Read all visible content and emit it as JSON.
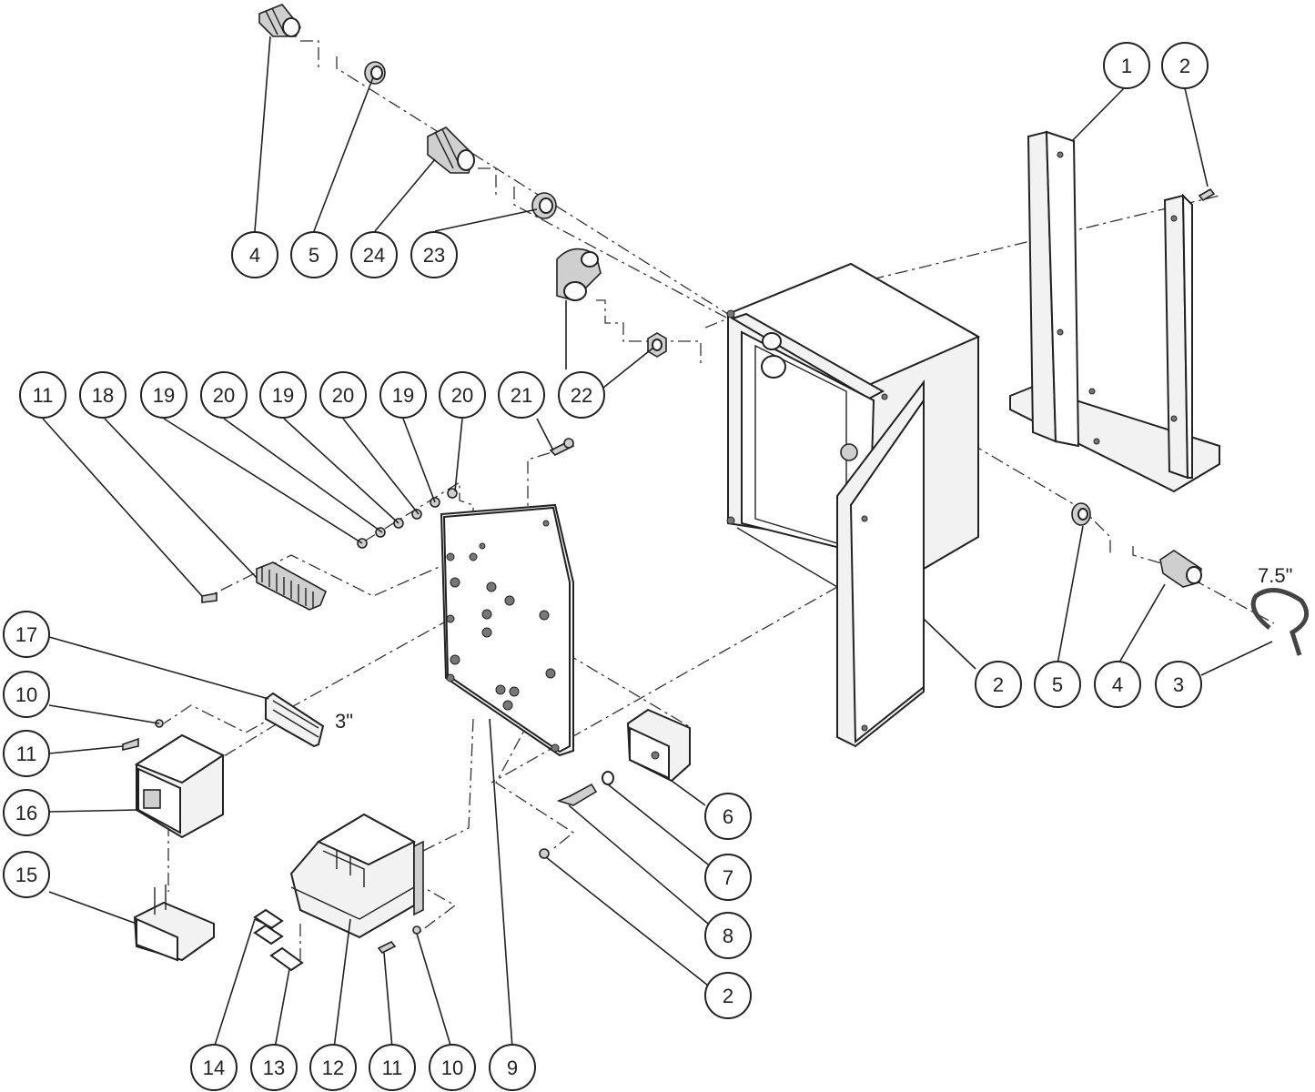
{
  "callouts": [
    {
      "label": "1"
    },
    {
      "label": "2"
    },
    {
      "label": "4"
    },
    {
      "label": "5"
    },
    {
      "label": "24"
    },
    {
      "label": "23"
    },
    {
      "label": "11"
    },
    {
      "label": "18"
    },
    {
      "label": "19"
    },
    {
      "label": "20"
    },
    {
      "label": "19"
    },
    {
      "label": "20"
    },
    {
      "label": "19"
    },
    {
      "label": "20"
    },
    {
      "label": "21"
    },
    {
      "label": "22"
    },
    {
      "label": "17"
    },
    {
      "label": "10"
    },
    {
      "label": "11"
    },
    {
      "label": "16"
    },
    {
      "label": "15"
    },
    {
      "label": "2"
    },
    {
      "label": "5"
    },
    {
      "label": "4"
    },
    {
      "label": "3"
    },
    {
      "label": "6"
    },
    {
      "label": "7"
    },
    {
      "label": "8"
    },
    {
      "label": "2"
    },
    {
      "label": "14"
    },
    {
      "label": "13"
    },
    {
      "label": "12"
    },
    {
      "label": "11"
    },
    {
      "label": "10"
    },
    {
      "label": "9"
    }
  ],
  "dimensions": {
    "din_rail_length": "3\"",
    "cable_length": "7.5\""
  }
}
